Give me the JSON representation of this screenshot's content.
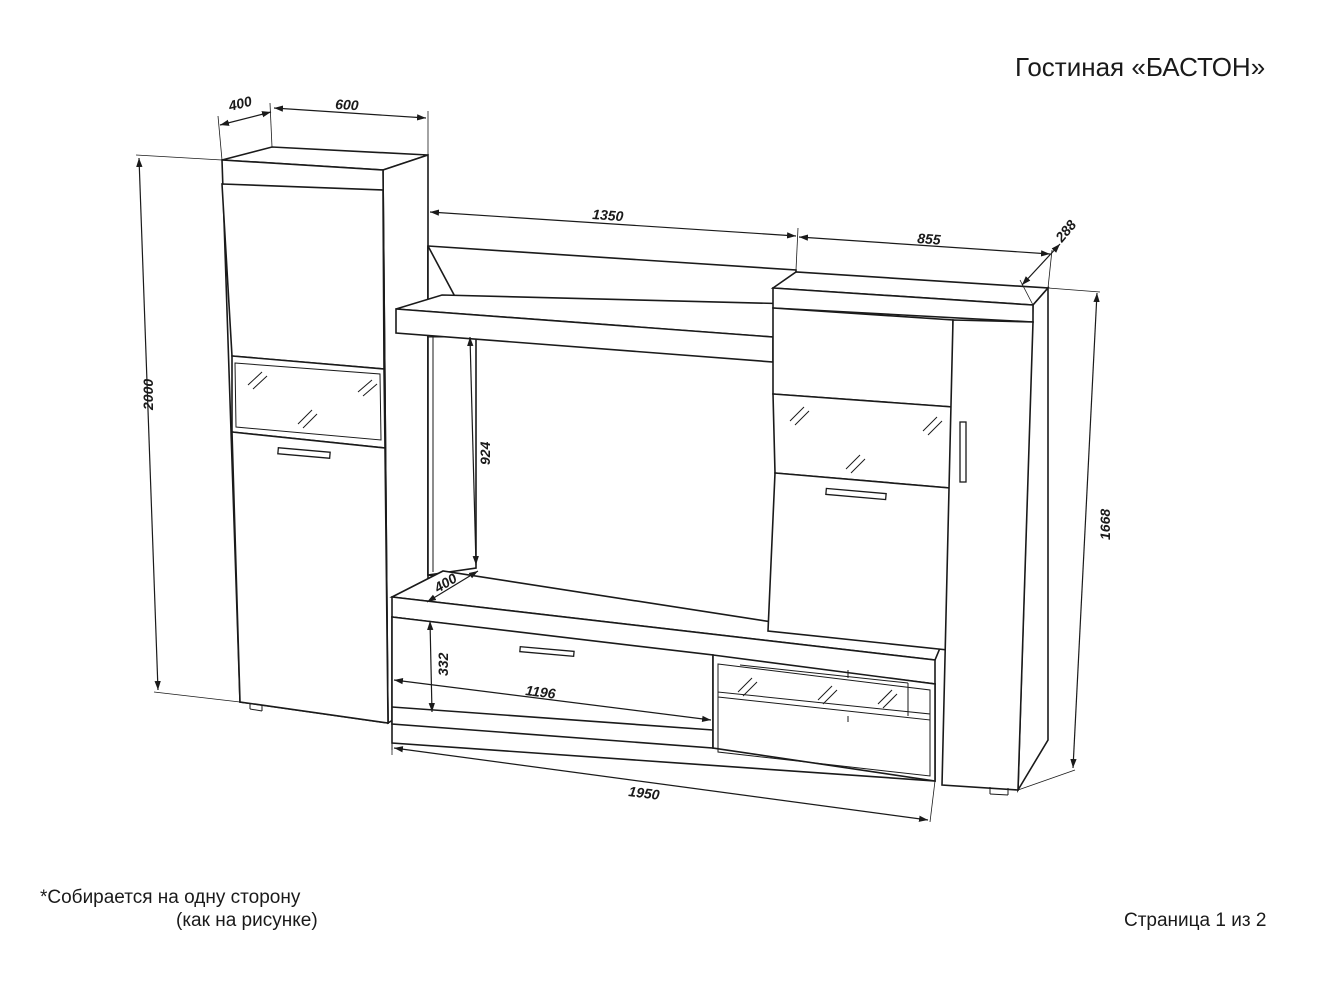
{
  "title": "Гостиная «БАСТОН»",
  "notes": {
    "line1": "*Собирается на одну сторону",
    "line2": "(как на рисунке)"
  },
  "page_indicator": "Страница 1 из 2",
  "dimensions": {
    "tall_depth": "400",
    "tall_width": "600",
    "tall_height": "2000",
    "shelf_width": "1350",
    "right_width": "855",
    "right_depth": "288",
    "right_height": "1668",
    "niche_height": "924",
    "tv_depth": "400",
    "drawer_height": "332",
    "drawer_width": "1196",
    "tv_total_width": "1950"
  }
}
